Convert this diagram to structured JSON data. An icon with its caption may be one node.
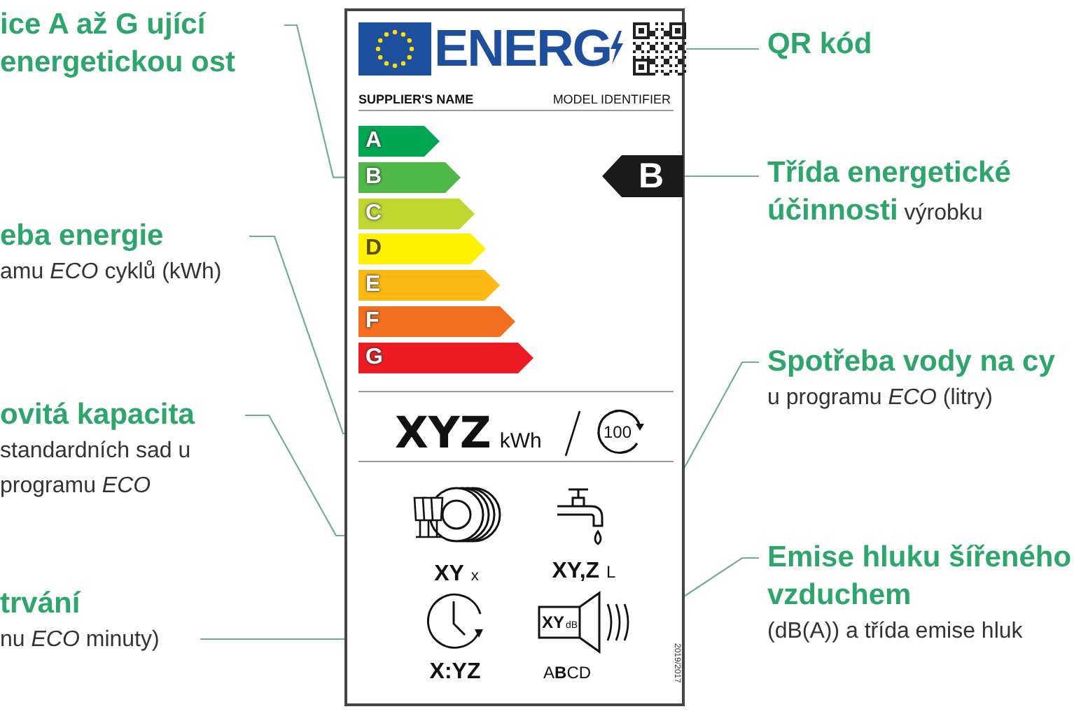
{
  "diagram": {
    "nodes": [
      {
        "text": [
          "ice A až G ující energetickou ost"
        ]
      },
      {
        "text": [
          "eba energie",
          "amu *ECO* cyklů (kWh)"
        ]
      },
      {
        "text": [
          "ovitá kapacita",
          "standardních sad u programu *ECO*"
        ]
      },
      {
        "text": [
          "trvání",
          "nu *ECO* minuty)"
        ]
      },
      {
        "text": [],
        "shape": "box"
      },
      {
        "text": [
          "A"
        ],
        "in": 4
      },
      {
        "text": [
          "B"
        ],
        "in": 4
      },
      {
        "text": [
          "C"
        ],
        "in": 4
      },
      {
        "text": [
          "D"
        ],
        "in": 4
      },
      {
        "text": [
          "E"
        ],
        "in": 4
      },
      {
        "text": [
          "F"
        ],
        "in": 4
      },
      {
        "text": [
          "G"
        ],
        "in": 4
      },
      {
        "text": [],
        "shape": "picture",
        "in": 4
      },
      {
        "text": [
          "B"
        ],
        "in": 4
      },
      {
        "text": [
          "XYZ",
          "kWh"
        ],
        "in": 4
      },
      {
        "text": [
          "100"
        ],
        "in": 4
      },
      {
        "text": [
          "XY",
          "x"
        ],
        "in": 4
      },
      {
        "text": [
          "XY,Z",
          "L"
        ],
        "in": 4
      },
      {
        "text": [
          "X:YZ"
        ],
        "in": 4
      },
      {
        "text": [
          "XY",
          "dB"
        ],
        "beside": [
          "A**B**CD"
        ],
        "in": 4
      },
      {
        "text": [
          "QR kód"
        ]
      },
      {
        "text": [
          "Třída energetické účinnosti",
          "výrobku"
        ]
      },
      {
        "text": [
          "Spotřeba vody na cy",
          "u programu *ECO* (litry)"
        ]
      },
      {
        "text": [
          "Emise hluku šířeného vzduchem",
          "(dB(A)) a třída emise hluk"
        ]
      }
    ],
    "edges": [
      {
        "from": 0,
        "to": 6,
        "arrow": "none"
      },
      {
        "from": 1,
        "to": 14,
        "arrow": "none"
      },
      {
        "from": 2,
        "to": 16,
        "arrow": "none"
      },
      {
        "from": 3,
        "to": 18,
        "arrow": "none"
      },
      {
        "from": 20,
        "to": 12,
        "arrow": "none"
      },
      {
        "from": 21,
        "to": 13,
        "arrow": "none"
      },
      {
        "from": 22,
        "to": 17,
        "arrow": "none"
      },
      {
        "from": 23,
        "to": 19,
        "arrow": "none"
      }
    ],
    "labels": [
      "ENERG",
      "SUPPLIER'S NAME",
      "MODEL IDENTIFIER",
      "2019/2017"
    ]
  }
}
